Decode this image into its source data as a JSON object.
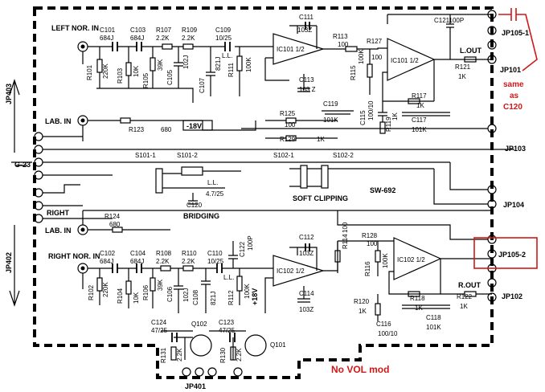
{
  "inputs": {
    "left_nor_in": "LEFT\nNOR. IN",
    "left_lab_in": "LAB. IN",
    "right_lab_in": "LAB. IN",
    "right_nor_in": "RIGHT\nNOR. IN"
  },
  "connectors": {
    "jp403": "JP403",
    "jp402": "JP402",
    "jp401": "JP401",
    "jp105_1": "JP105-1",
    "jp101": "JP101",
    "jp103": "JP103",
    "jp104": "JP104",
    "jp105_2": "JP105-2",
    "jp102": "JP102",
    "g23": "G-23",
    "right_side": "RIGHT"
  },
  "upper_channel": {
    "C101": "C101",
    "C101_v": "684J",
    "C103": "C103",
    "C103_v": "684J",
    "R107": "R107",
    "R107_v": "2.2K",
    "R109": "R109",
    "R109_v": "2.2K",
    "C109": "C109",
    "C109_v": "10/25",
    "C111": "C111",
    "C111_v": "103Z",
    "C121": "C121100P",
    "R101": "R101",
    "R101_v": "220K",
    "R103": "R103",
    "R103_v": "10K",
    "R105": "R105",
    "R105_v": "39K",
    "C105": "C105",
    "C105_v": "102J",
    "C107": "C107",
    "C107_v": "821J",
    "R111": "R111",
    "R111_v": "100K",
    "LL": "L.L.",
    "IC101a": "IC101 1/2",
    "IC101b": "IC101 1/2",
    "R113": "R113",
    "R113_v": "100",
    "R127": "R127",
    "R127_v": "100",
    "R115": "R115",
    "R115_v": "100K",
    "C113": "C113",
    "C113_v": "103 Z",
    "C115": "C115",
    "C115_v": "100/10",
    "R117": "R117",
    "R117_v": "1K",
    "R119": "R119",
    "R119_v": "1K",
    "C117": "C117",
    "C117_v": "101K",
    "R121": "R121",
    "R121_v": "1K",
    "L_OUT": "L.OUT",
    "R123": "R123",
    "R123_v": "680",
    "neg18": "-18V",
    "R125": "R125",
    "R125_v": "100",
    "C119": "C119",
    "C119_v": "101K",
    "R129": "R129",
    "R129_v": "1K"
  },
  "switches": {
    "S101_1": "S101-1",
    "S101_2": "S101-2",
    "S102_1": "S102-1",
    "S102_2": "S102-2",
    "soft_clipping": "SOFT CLIPPING",
    "sw692": "SW-692",
    "C120": "C120",
    "C120_v": "4.7/25",
    "bridging": "BRIDGING",
    "LL2": "L.L."
  },
  "lower_channel": {
    "R124": "R124",
    "R124_v": "680",
    "C102": "C102",
    "C102_v": "684J",
    "C104": "C104",
    "C104_v": "684J",
    "R108": "R108",
    "R108_v": "2.2K",
    "R110": "R110",
    "R110_v": "2.2K",
    "C110": "C110",
    "C110_v": "10/25",
    "C112": "C112",
    "C112_v": "103Z",
    "C122": "C122",
    "C122_v": "100P",
    "R102": "R102",
    "R102_v": "220K",
    "R104": "R104",
    "R104_v": "10K",
    "R106": "R106",
    "R106_v": "39K",
    "C106": "C106",
    "C106_v": "102J",
    "C108": "C108",
    "C108_v": "821J",
    "R112": "R112",
    "R112_v": "100K",
    "LL": "L.L.",
    "IC102a": "IC102 1/2",
    "IC102b": "IC102 1/2",
    "R114": "R114",
    "R114_v": "100",
    "R116": "R116",
    "R116_v": "100K",
    "R128": "R128",
    "R128_v": "100",
    "C114": "C114",
    "C114_v": "103Z",
    "pos18": "+18V",
    "R118": "R118",
    "R118_v": "1K",
    "R120": "R120",
    "R120_v": "1K",
    "C116": "C116",
    "C116_v": "100/10",
    "C118": "C118",
    "C118_v": "101K",
    "R122": "R122",
    "R122_v": "1K",
    "R_OUT": "R.OUT"
  },
  "bottom": {
    "C124": "C124",
    "C124_v": "47/25",
    "C123": "C123",
    "C123_v": "47/25",
    "Q102": "Q102",
    "Q101": "Q101",
    "R131": "R131",
    "R131_v": "2.2K",
    "R130": "R130",
    "R130_v": "2.2K"
  },
  "annotations": {
    "same_as_1": "same",
    "same_as_2": "as",
    "same_as_3": "C120",
    "no_vol_mod": "No VOL mod"
  },
  "colors": {
    "annotation": "#d01818",
    "ink": "#000000"
  }
}
